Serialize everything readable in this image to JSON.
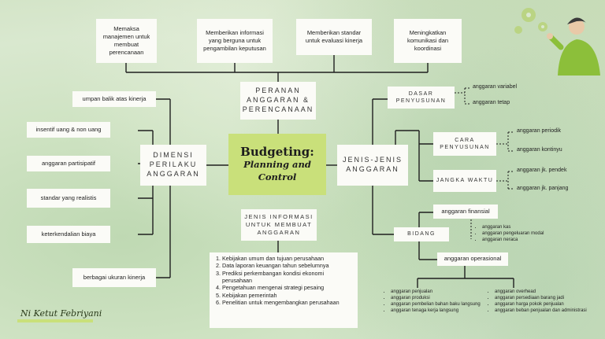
{
  "center": {
    "title": "Budgeting:",
    "subtitle_line1": "Planning and",
    "subtitle_line2": "Control"
  },
  "peranan": {
    "header": "PERANAN ANGGARAN & PERENCANAAN",
    "items": [
      "Memaksa manajemen untuk membuat perencanaan",
      "Memberikan informasi yang berguna untuk pengambilan keputusan",
      "Memberikan standar untuk evaluasi kinerja",
      "Meningkatkan komunikasi dan koordinasi"
    ]
  },
  "dimensi": {
    "header": "DIMENSI PERILAKU ANGGARAN",
    "items": [
      "umpan balik atas kinerja",
      "insentif uang & non uang",
      "anggaran partisipatif",
      "standar yang realistis",
      "keterkendalian biaya",
      "berbagai ukuran kinerja"
    ]
  },
  "jenis": {
    "header": "JENIS-JENIS ANGGARAN",
    "dasar": {
      "label": "DASAR PENYUSUNAN",
      "items": [
        "anggaran variabel",
        "anggaran tetap"
      ]
    },
    "cara": {
      "label": "CARA PENYUSUNAN",
      "items": [
        "anggaran periodik",
        "anggaran kontinyu"
      ]
    },
    "jangka": {
      "label": "JANGKA WAKTU",
      "items": [
        "anggaran jk. pendek",
        "anggaran jk. panjang"
      ]
    },
    "bidang": {
      "label": "BIDANG",
      "finansial": "anggaran finansial",
      "finansial_items": [
        "anggaran kas",
        "anggaran pengeluaran modal",
        "anggaran neraca"
      ],
      "operasional": "anggaran operasional",
      "operasional_col1": [
        "anggaran penjualan",
        "anggaran produksi",
        "anggaran pembelian bahan baku langsung",
        "anggaran tenaga kerja langsung"
      ],
      "operasional_col2": [
        "anggaran overhead",
        "anggaran persediaan barang jadi",
        "anggaran harga pokok penjualan",
        "anggaran beban penjualan dan administrasi"
      ]
    }
  },
  "informasi": {
    "header": "JENIS INFORMASI UNTUK MEMBUAT ANGGARAN",
    "items": [
      "Kebijakan umum dan tujuan perusahaan",
      "Data laporan keuangan tahun sebelumnya",
      "Prediksi perkembangan kondisi ekonomi perusahaan",
      "Pengetahuan mengenai strategi pesaing",
      "Kebijakan pemerintah",
      "Penelitian untuk mengembangkan perusahaan"
    ]
  },
  "signature": "Ni Ketut Febriyani",
  "colors": {
    "center": "#c9e07a",
    "box": "#fbfbf7",
    "line": "#1f1f1f"
  },
  "icons": [
    "gears-icon",
    "person-illustration"
  ]
}
